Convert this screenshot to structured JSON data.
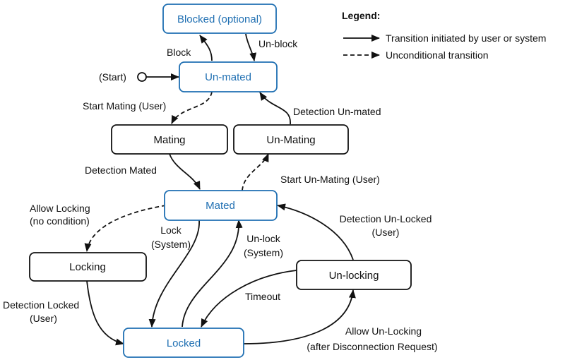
{
  "diagram": {
    "colors": {
      "blue": "#1f6fb2",
      "black": "#111111",
      "fill": "#ffffff"
    },
    "states": {
      "blocked": {
        "label": "Blocked (optional)",
        "color": "blue"
      },
      "unmated": {
        "label": "Un-mated",
        "color": "blue"
      },
      "mating": {
        "label": "Mating",
        "color": "black"
      },
      "unmating": {
        "label": "Un-Mating",
        "color": "black"
      },
      "mated": {
        "label": "Mated",
        "color": "blue"
      },
      "locking": {
        "label": "Locking",
        "color": "black"
      },
      "unlocking": {
        "label": "Un-locking",
        "color": "black"
      },
      "locked": {
        "label": "Locked",
        "color": "blue"
      }
    },
    "start_label": "(Start)",
    "transitions": {
      "block": {
        "label": "Block",
        "style": "solid"
      },
      "unblock": {
        "label": "Un-block",
        "style": "solid"
      },
      "start_mating": {
        "label": "Start Mating (User)",
        "style": "dashed"
      },
      "detection_unmated": {
        "label": "Detection Un-mated",
        "style": "solid"
      },
      "detection_mated": {
        "label": "Detection Mated",
        "style": "solid"
      },
      "start_unmating": {
        "label": "Start Un-Mating (User)",
        "style": "dashed"
      },
      "allow_locking": {
        "label": [
          "Allow Locking",
          "(no condition)"
        ],
        "style": "dashed"
      },
      "lock": {
        "label": [
          "Lock",
          "(System)"
        ],
        "style": "solid"
      },
      "unlock": {
        "label": [
          "Un-lock",
          "(System)"
        ],
        "style": "solid"
      },
      "detection_unlocked": {
        "label": [
          "Detection Un-Locked",
          "(User)"
        ],
        "style": "solid"
      },
      "detection_locked": {
        "label": [
          "Detection Locked",
          "(User)"
        ],
        "style": "solid"
      },
      "timeout": {
        "label": "Timeout",
        "style": "solid"
      },
      "allow_unlocking": {
        "label": [
          "Allow Un-Locking",
          "(after Disconnection Request)"
        ],
        "style": "solid"
      }
    },
    "legend": {
      "title": "Legend:",
      "solid": "Transition initiated by user or system",
      "dashed": "Unconditional transition"
    }
  }
}
